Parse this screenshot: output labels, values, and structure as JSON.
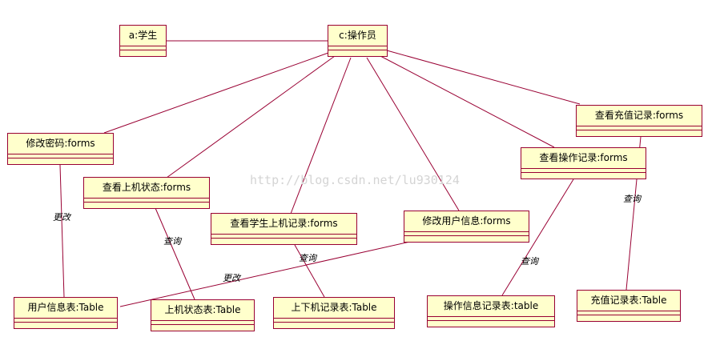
{
  "objects": {
    "student": "a:学生",
    "operator": "c:操作员",
    "change_password_form": "修改密码:forms",
    "view_online_status_form": "查看上机状态:forms",
    "view_student_online_record_form": "查看学生上机记录:forms",
    "modify_user_info_form": "修改用户信息:forms",
    "view_operation_record_form": "查看操作记录:forms",
    "view_recharge_record_form": "查看充值记录:forms",
    "user_info_table": "用户信息表:Table",
    "online_status_table": "上机状态表:Table",
    "login_logout_record_table": "上下机记录表:Table",
    "operation_info_record_table": "操作信息记录表:table",
    "recharge_record_table": "充值记录表:Table"
  },
  "edge_labels": {
    "change_password_update": "更改",
    "modify_user_update": "更改",
    "online_status_query": "查询",
    "student_record_query": "查询",
    "operation_record_query": "查询",
    "recharge_record_query": "查询"
  },
  "watermark": "http://blog.csdn.net/lu930124"
}
